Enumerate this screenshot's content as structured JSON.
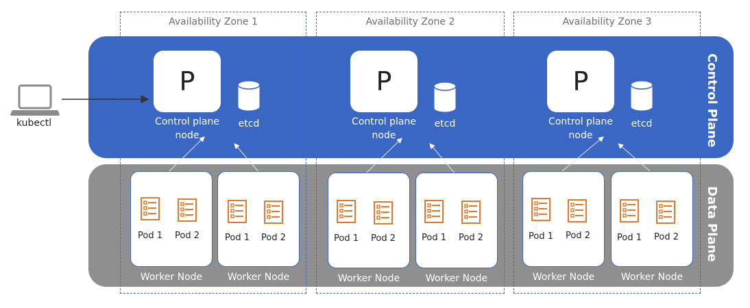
{
  "client": {
    "label": "kubectl"
  },
  "planes": {
    "control": "Control Plane",
    "data": "Data Plane"
  },
  "zones": [
    {
      "title": "Availability Zone 1",
      "control_node": {
        "glyph": "P",
        "label_line1": "Control plane",
        "label_line2": "node"
      },
      "etcd_label": "etcd",
      "workers": [
        {
          "label": "Worker Node",
          "pods": [
            "Pod 1",
            "Pod 2"
          ]
        },
        {
          "label": "Worker Node",
          "pods": [
            "Pod 1",
            "Pod 2"
          ]
        }
      ]
    },
    {
      "title": "Availability Zone 2",
      "control_node": {
        "glyph": "P",
        "label_line1": "Control plane",
        "label_line2": "node"
      },
      "etcd_label": "etcd",
      "workers": [
        {
          "label": "Worker Node",
          "pods": [
            "Pod 1",
            "Pod 2"
          ]
        },
        {
          "label": "Worker Node",
          "pods": [
            "Pod 1",
            "Pod 2"
          ]
        }
      ]
    },
    {
      "title": "Availability Zone 3",
      "control_node": {
        "glyph": "P",
        "label_line1": "Control plane",
        "label_line2": "node"
      },
      "etcd_label": "etcd",
      "workers": [
        {
          "label": "Worker Node",
          "pods": [
            "Pod 1",
            "Pod 2"
          ]
        },
        {
          "label": "Worker Node",
          "pods": [
            "Pod 1",
            "Pod 2"
          ]
        }
      ]
    }
  ],
  "colors": {
    "control_plane": "#3a67c4",
    "data_plane": "#8f8f8f",
    "zone_border": "#3c6db0",
    "pod_icon": "#e07a2e",
    "arrow": "#333333"
  },
  "icons": {
    "client": "laptop-icon",
    "etcd": "database-cylinder-icon",
    "pod": "document-list-icon"
  }
}
